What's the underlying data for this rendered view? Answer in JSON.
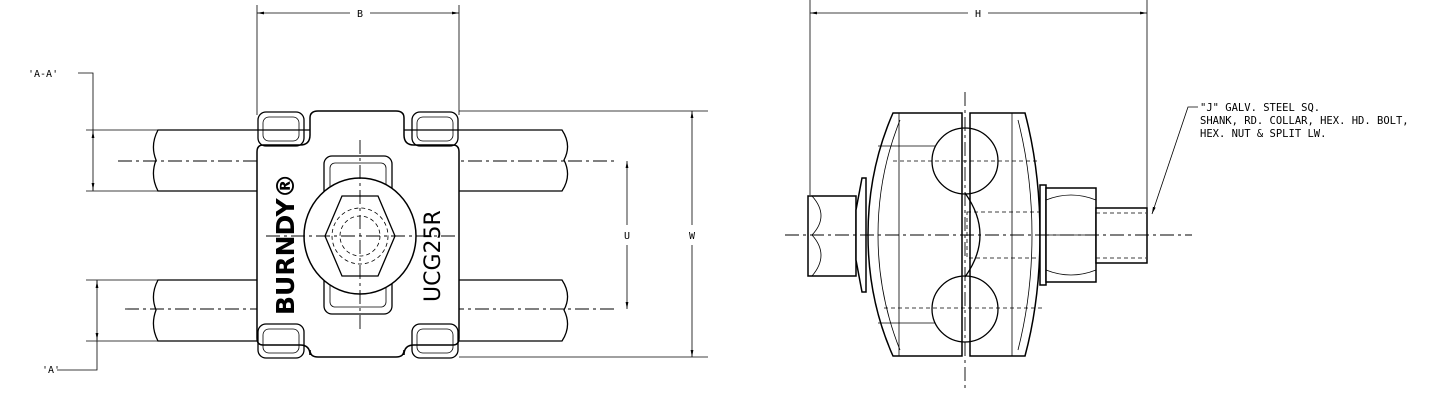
{
  "drawing": {
    "dimensions": {
      "b": "B",
      "u": "U",
      "w": "W",
      "h": "H"
    },
    "section_labels": {
      "top": "'A-A'",
      "bottom": "'A'"
    },
    "brand_mark": "BURNDY®",
    "part_number": "UCG25R",
    "callout": {
      "lines": [
        "\"J\" GALV. STEEL SQ.",
        "SHANK, RD. COLLAR, HEX. HD. BOLT,",
        "HEX. NUT & SPLIT LW."
      ]
    }
  }
}
